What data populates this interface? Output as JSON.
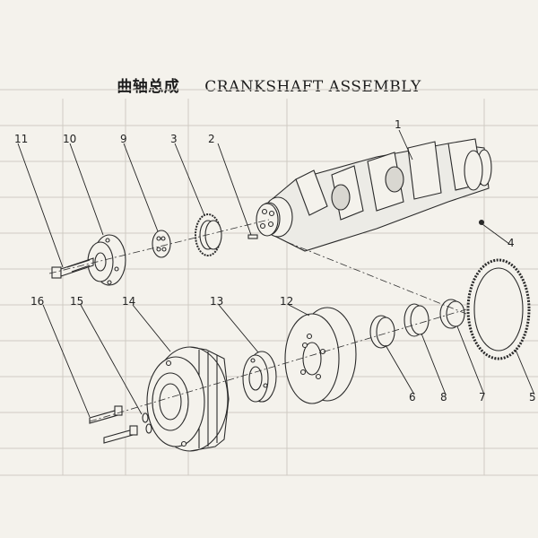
{
  "title": {
    "chinese": "曲轴总成",
    "english": "CRANKSHAFT ASSEMBLY"
  },
  "callouts": [
    "1",
    "2",
    "3",
    "4",
    "5",
    "6",
    "7",
    "8",
    "9",
    "10",
    "11",
    "12",
    "13",
    "14",
    "15",
    "16"
  ],
  "colors": {
    "paper": "#f4f2ec",
    "ink": "#2a2a2a",
    "faint_table": "#c9c6bf"
  }
}
